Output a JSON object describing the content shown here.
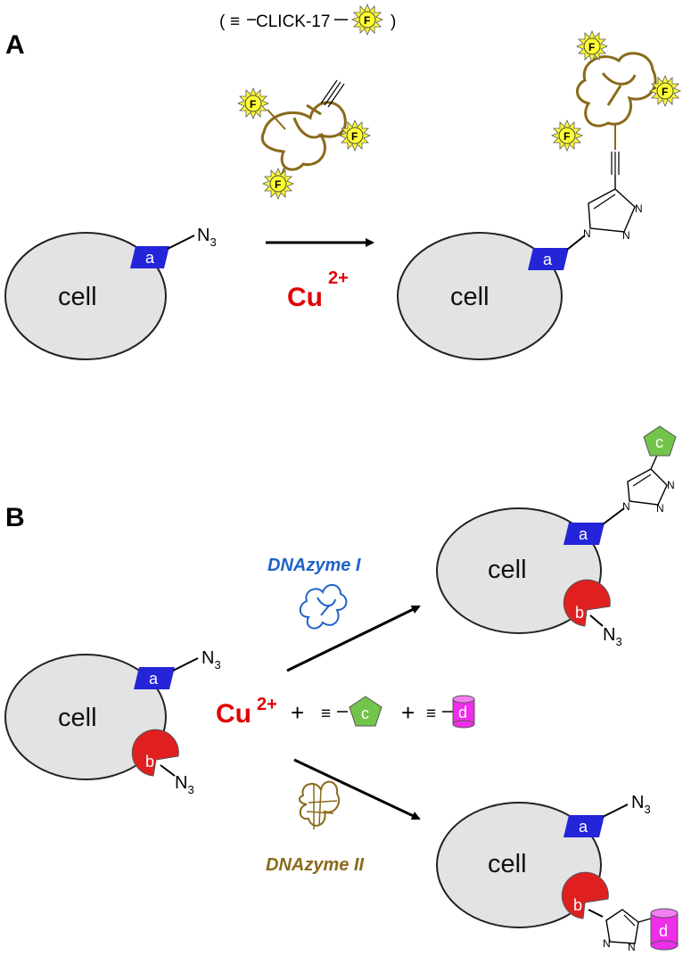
{
  "header": {
    "open_paren": "(",
    "alkyne": "≡",
    "click_label": "CLICK-17",
    "fluor": "F",
    "close_paren": ")"
  },
  "panels": {
    "A": "A",
    "B": "B"
  },
  "cell_label": "cell",
  "azide": {
    "main": "N",
    "sub": "3"
  },
  "tags": {
    "a": "a",
    "b": "b",
    "c": "c",
    "d": "d"
  },
  "catalyst": {
    "cu": "Cu",
    "charge": "2+"
  },
  "plus": "+",
  "alkyne_symbol": "≡",
  "enzymes": {
    "one": "DNAzyme I",
    "two": "DNAzyme II"
  },
  "triazole_n": "N",
  "colors": {
    "cell_fill": "#e3e3e3",
    "tag_a": "#2424d8",
    "tag_b": "#e02020",
    "tag_c": "#73c44a",
    "tag_d": "#ee2ee8",
    "fluor": "#ffff33",
    "copper": "#e00000",
    "dnazyme_I": "#1f63c8",
    "dnazyme_II": "#8a6a1a"
  }
}
